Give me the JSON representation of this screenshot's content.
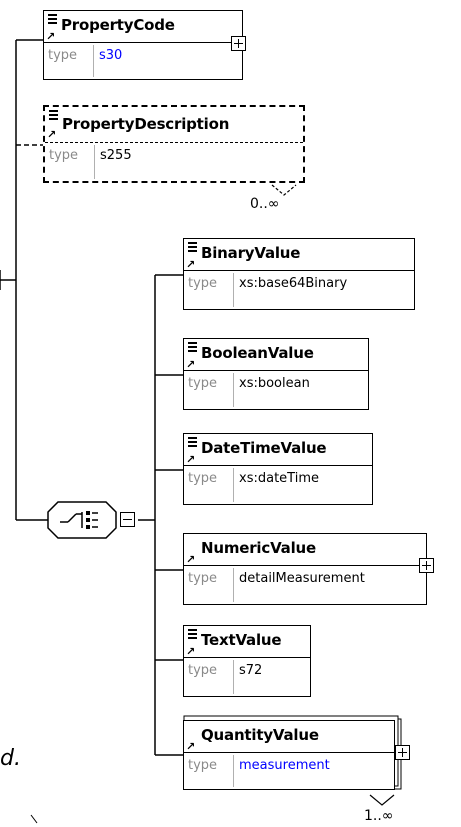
{
  "diagram": {
    "property_code": {
      "name": "PropertyCode",
      "type_label": "type",
      "type": "s30"
    },
    "property_description": {
      "name": "PropertyDescription",
      "type_label": "type",
      "type": "s255",
      "occurrence": "0..∞"
    },
    "choice_group": {
      "elements": [
        {
          "name": "BinaryValue",
          "type_label": "type",
          "type": "xs:base64Binary"
        },
        {
          "name": "BooleanValue",
          "type_label": "type",
          "type": "xs:boolean"
        },
        {
          "name": "DateTimeValue",
          "type_label": "type",
          "type": "xs:dateTime"
        },
        {
          "name": "NumericValue",
          "type_label": "type",
          "type": "detailMeasurement"
        },
        {
          "name": "TextValue",
          "type_label": "type",
          "type": "s72"
        },
        {
          "name": "QuantityValue",
          "type_label": "type",
          "type": "measurement",
          "occurrence": "1..∞"
        }
      ]
    },
    "partial_text": "d."
  },
  "colors": {
    "line": "#000000",
    "type_label": "#8a8a8a",
    "type_link": "#0000ff",
    "background": "#ffffff"
  }
}
